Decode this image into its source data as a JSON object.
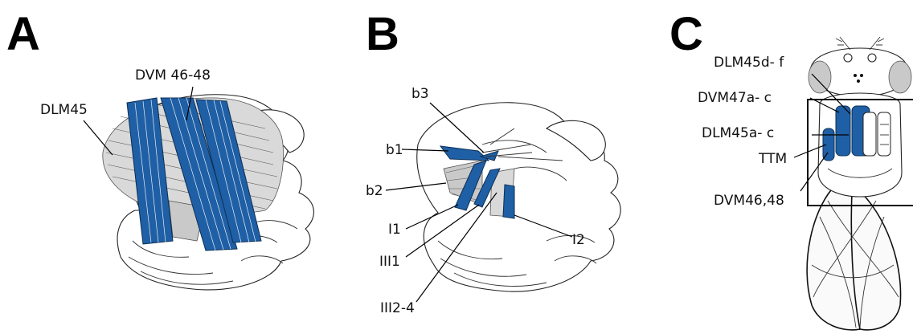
{
  "panels": {
    "a": {
      "letter": "A",
      "labels": {
        "dlm": "DLM45",
        "dvm": "DVM 46-48"
      }
    },
    "b": {
      "letter": "B",
      "labels": {
        "b3": "b3",
        "b1": "b1",
        "b2": "b2",
        "i1": "I1",
        "iii1": "III1",
        "iii24": "III2-4",
        "i2": "I2"
      }
    },
    "c": {
      "letter": "C",
      "labels": {
        "dlm_df": "DLM45d- f",
        "dvm_ac": "DVM47a- c",
        "dlm_ac": "DLM45a- c",
        "ttm": "TTM",
        "dvm4648": "DVM46,48"
      }
    }
  },
  "colors": {
    "muscle": "#1f5fa5",
    "muscle_dark": "#0d2f55",
    "gray_muscle": "#c9c9c9",
    "outline": "#222222"
  }
}
